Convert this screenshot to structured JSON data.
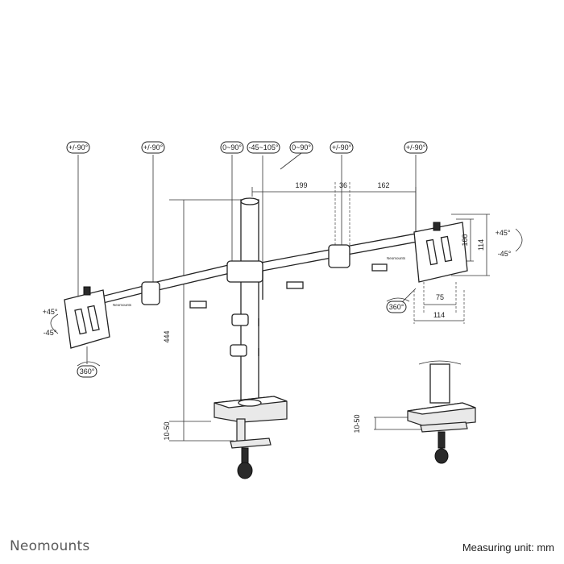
{
  "rotation_labels": {
    "tilt_left": "+/-90°",
    "tilt_2": "+/-90°",
    "swivel_pole": "0~90°",
    "swivel_center": "-45~105°",
    "swivel_right": "0~90°",
    "tilt_4": "+/-90°",
    "tilt_right": "+/-90°",
    "rotate_left": "360°",
    "rotate_right": "360°",
    "tilt_left_up": "+45°",
    "tilt_left_down": "-45°",
    "tilt_right_up": "+45°",
    "tilt_right_down": "-45°"
  },
  "dimensions": {
    "arm_segment_1": "199",
    "arm_segment_2": "36",
    "arm_segment_3": "162",
    "pole_height": "444",
    "clamp_range": "10-50",
    "clamp_range_detail": "10-50",
    "vesa_inner_h": "100",
    "vesa_outer_h": "114",
    "vesa_inner_w": "75",
    "vesa_outer_w": "114"
  },
  "plate_brand": "Neomounts",
  "footer": {
    "brand": "Neomounts",
    "measuring_unit": "Measuring unit: mm"
  }
}
